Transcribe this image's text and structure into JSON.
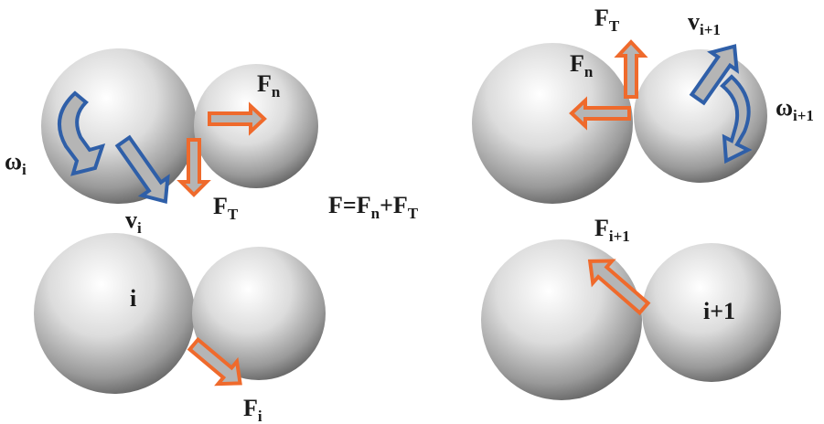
{
  "colors": {
    "force_arrow_stroke": "#ef6a2c",
    "velocity_arrow_stroke": "#2f5fa8",
    "arrow_fill": "#b5b5b5",
    "sphere_light": "#ffffff",
    "sphere_dark": "#5f5f5f"
  },
  "panels": {
    "top_left": {
      "omega": {
        "base": "ω",
        "sub": "i"
      },
      "velocity": {
        "base": "v",
        "sub": "i"
      },
      "normal_force": {
        "base": "F",
        "sub": "n"
      },
      "tangential_force": {
        "base": "F",
        "sub": "T"
      }
    },
    "top_right": {
      "tangential_force": {
        "base": "F",
        "sub": "T"
      },
      "normal_force": {
        "base": "F",
        "sub": "n"
      },
      "velocity": {
        "base": "v",
        "sub": "i+1"
      },
      "omega": {
        "base": "ω",
        "sub": "i+1"
      }
    },
    "bottom_left": {
      "particle_label": "i",
      "force": {
        "base": "F",
        "sub": "i"
      }
    },
    "bottom_right": {
      "force": {
        "base": "F",
        "sub": "i+1"
      },
      "particle_label": "i+1"
    }
  },
  "equation": {
    "lhs": "F=F",
    "sub1": "n",
    "plus": "+F",
    "sub2": "T"
  }
}
